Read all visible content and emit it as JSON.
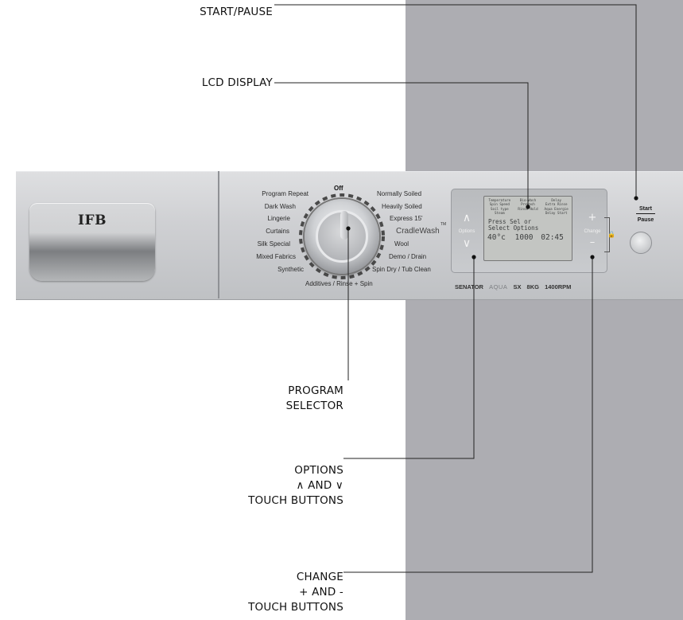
{
  "callouts": {
    "start_pause": "START/PAUSE",
    "lcd_display": "LCD DISPLAY",
    "program_selector": [
      "PROGRAM",
      "SELECTOR"
    ],
    "options": [
      "OPTIONS",
      "∧ AND ∨",
      "TOUCH BUTTONS"
    ],
    "change": [
      "CHANGE",
      "+ AND -",
      "TOUCH BUTTONS"
    ]
  },
  "panel": {
    "brand": "IFB",
    "dial": {
      "off_label": "Off",
      "left_programs": [
        "Program Repeat",
        "Dark Wash",
        "Lingerie",
        "Curtains",
        "Silk Special",
        "Mixed Fabrics",
        "Synthetic"
      ],
      "right_programs": [
        "Normally Soiled",
        "Heavily Soiled",
        "Express 15'",
        "CradleWash",
        "Wool",
        "Demo / Drain",
        "Spin Dry / Tub Clean"
      ],
      "bottom_program": "Additives / Rinse + Spin",
      "trademark": "TM"
    },
    "controls": {
      "options_label": "Options",
      "options_up": "∧",
      "options_down": "∨",
      "change_label": "Change",
      "change_plus": "+",
      "change_minus": "–",
      "lcd": {
        "col1": [
          "Temperature",
          "Spin Speed",
          "Soil type",
          "Steam"
        ],
        "col2": [
          "Bio-Wash",
          "Prewash",
          "Rinse Hold"
        ],
        "col3": [
          "Delay",
          "Extra Rinse",
          "Aqua Energie",
          "Delay Start"
        ],
        "line1": "Press Sel or",
        "line2": "Select Options",
        "temperature": "40°c",
        "spin": "1000",
        "time": "02:45"
      }
    },
    "model": [
      "SENATOR",
      "AQUA",
      "SX",
      "8KG",
      "1400RPM"
    ],
    "start_pause": {
      "top": "Start",
      "bottom": "Pause"
    }
  }
}
